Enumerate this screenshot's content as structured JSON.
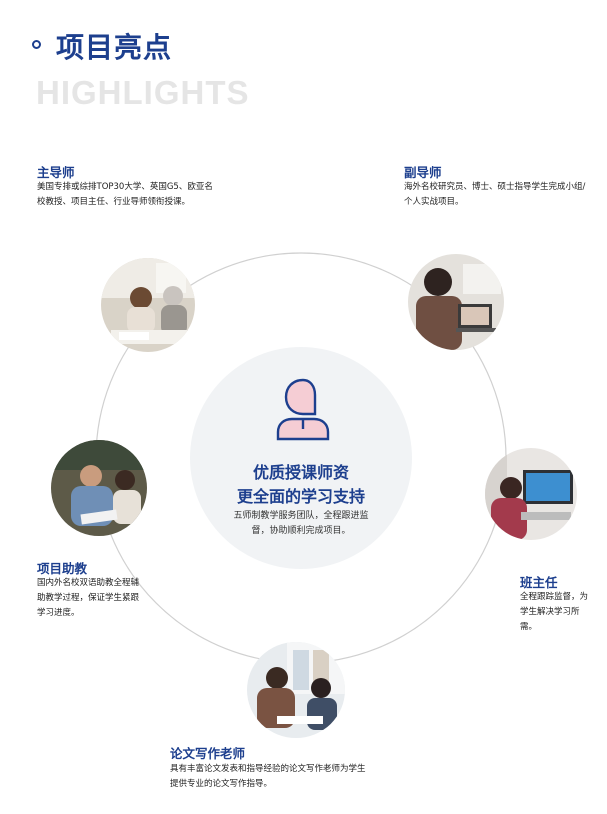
{
  "header": {
    "title": "项目亮点",
    "subtitle": "HIGHLIGHTS"
  },
  "center": {
    "line1": "优质授课师资",
    "line2": "更全面的学习支持",
    "description": "五师制教学服务团队，全程跟进监督，协助顺利完成项目。"
  },
  "roles": [
    {
      "title": "主导师",
      "description": "美国专排或综排TOP30大学、英国G5、欧亚名校教授、项目主任、行业导师领衔授课。"
    },
    {
      "title": "副导师",
      "description": "海外名校研究员、博士、硕士指导学生完成小组/个人实战项目。"
    },
    {
      "title": "项目助教",
      "description": "国内外名校双语助教全程辅助教学过程，保证学生紧跟学习进度。"
    },
    {
      "title": "班主任",
      "description": "全程跟踪监督，为学生解决学习所需。"
    },
    {
      "title": "论文写作老师",
      "description": "具有丰富论文发表和指导经验的论文写作老师为学生提供专业的论文写作指导。"
    }
  ],
  "colors": {
    "primary": "#1d3f8e",
    "subtitle_gray": "#e5e5e5",
    "center_bg": "#f1f3f5",
    "ring": "#d0d0d0",
    "icon_pink": "#f5cdd4"
  },
  "icons": [
    "person-icon"
  ]
}
